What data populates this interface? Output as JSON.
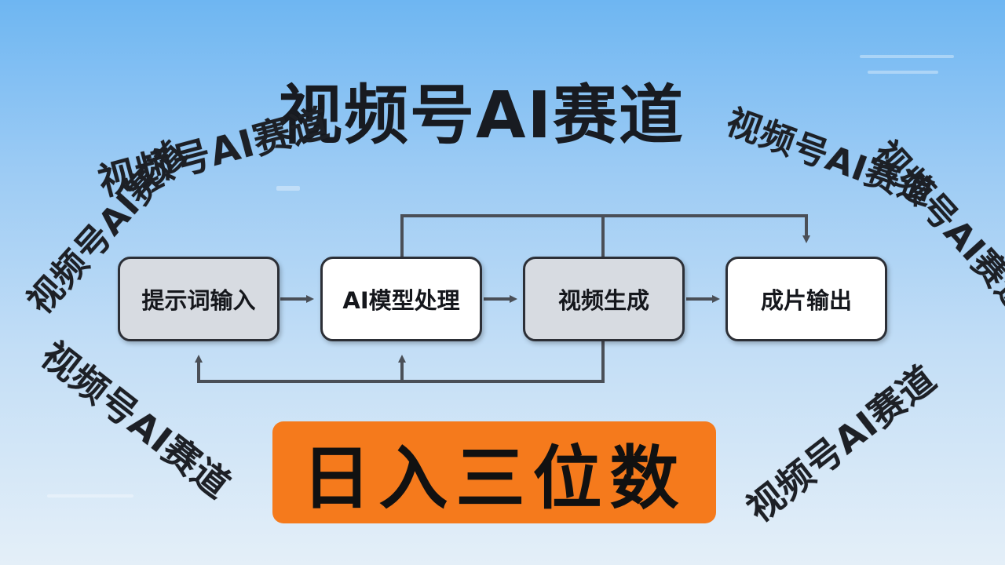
{
  "main_title": "视频号AI赛道",
  "repeat_labels": {
    "upper_left": "视频号AI赛道",
    "left_upper": "视频号AI赛道",
    "lower_left": "视频号AI赛道",
    "upper_right": "视频号AI赛道",
    "right_lower": "视频号AI赛道",
    "lower_right": "视频号AI赛道"
  },
  "flow_steps": [
    {
      "label": "提示词输入"
    },
    {
      "label": "AI模型处理"
    },
    {
      "label": "视频生成"
    },
    {
      "label": "成片输出"
    }
  ],
  "banner": "日入三位数",
  "colors": {
    "banner": "#f57a1c",
    "box_grey": "#d7dbe1",
    "arrow": "#4a4f57"
  }
}
